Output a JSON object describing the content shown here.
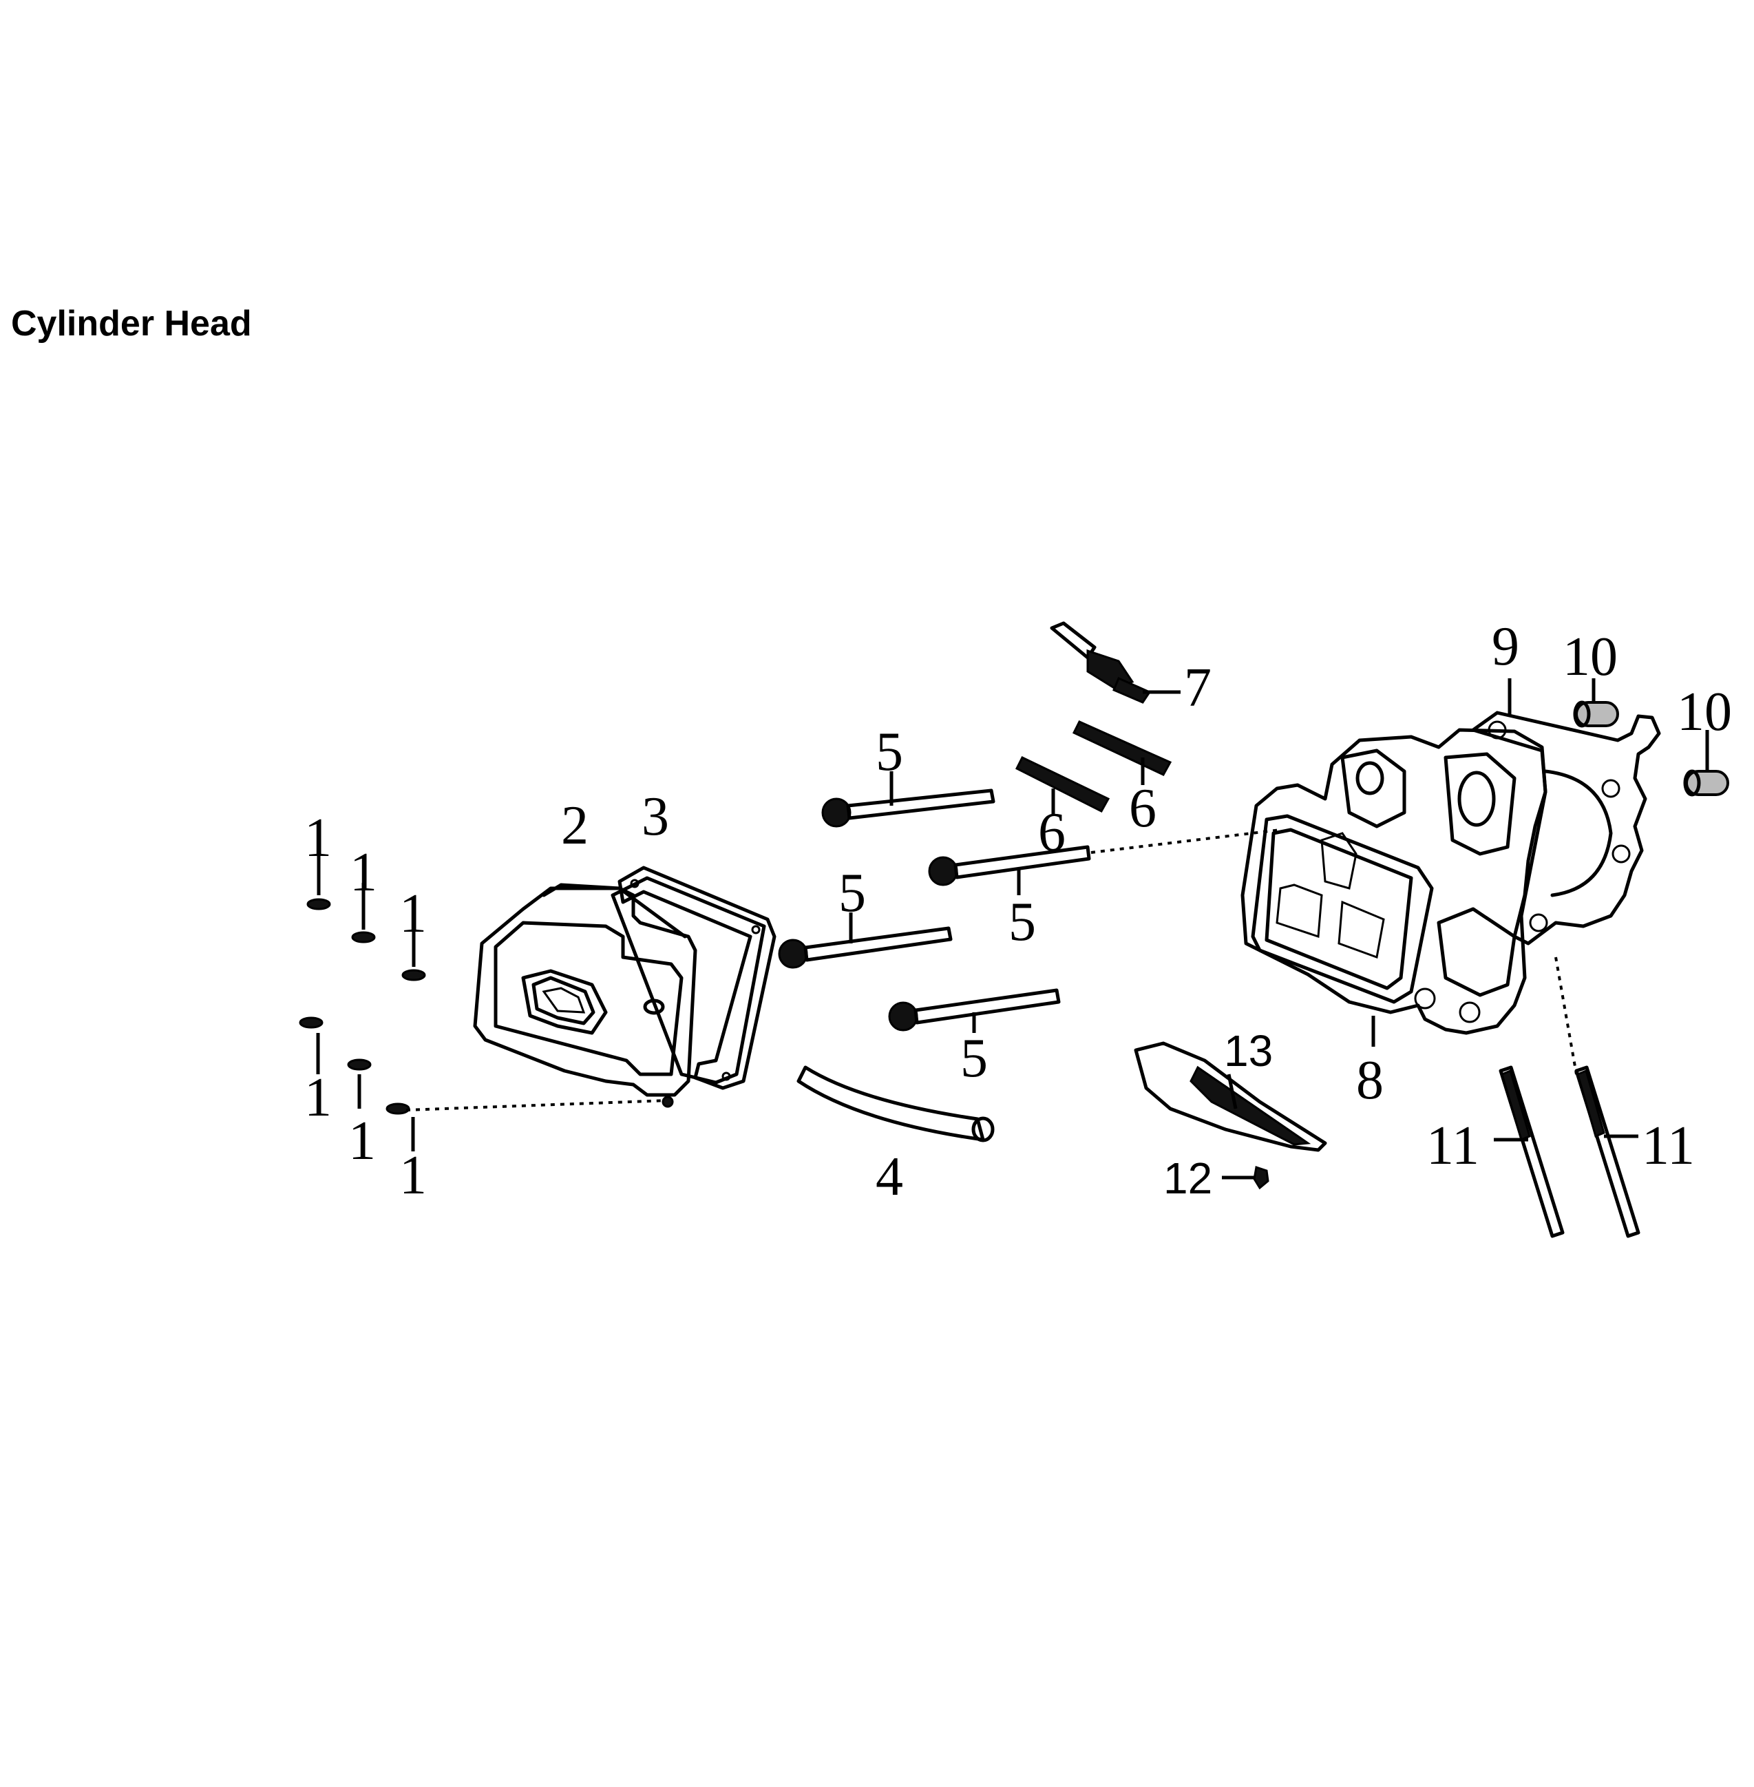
{
  "title": "Cylinder Head",
  "callouts": {
    "c1a": "1",
    "c1b": "1",
    "c1c": "1",
    "c1d": "1",
    "c1e": "1",
    "c1f": "1",
    "c2": "2",
    "c3": "3",
    "c4": "4",
    "c5a": "5",
    "c5b": "5",
    "c5c": "5",
    "c5d": "5",
    "c6a": "6",
    "c6b": "6",
    "c7": "7",
    "c8": "8",
    "c9": "9",
    "c10a": "10",
    "c10b": "10",
    "c11a": "11",
    "c11b": "11",
    "c12": "12",
    "c13": "13"
  }
}
